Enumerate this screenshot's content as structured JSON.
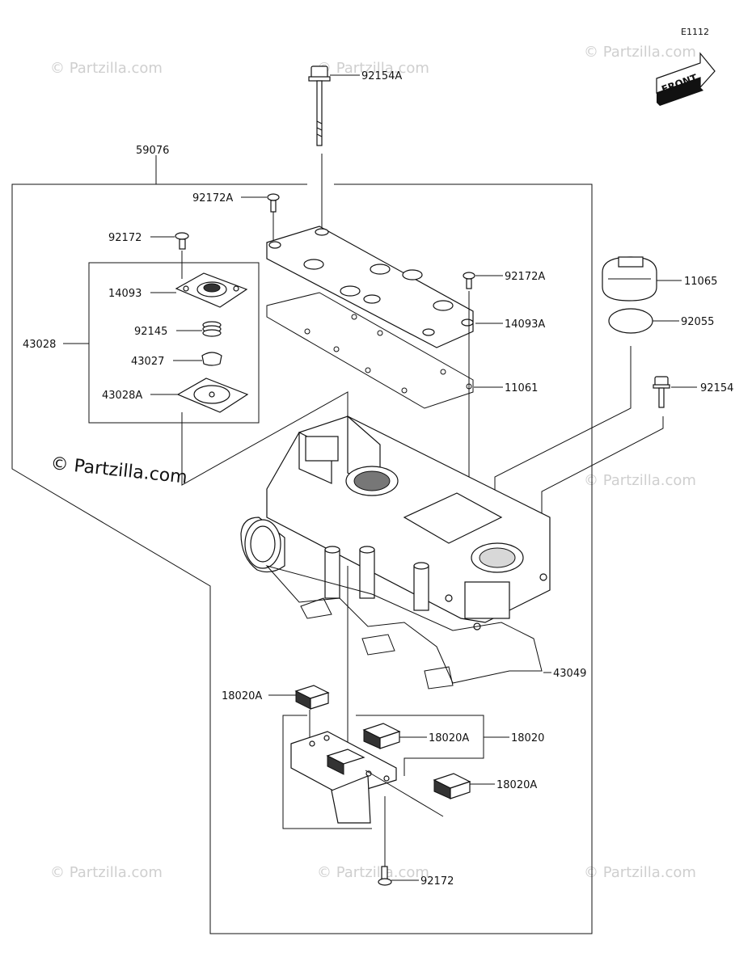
{
  "figure_code": "E1112",
  "front_badge": "FRONT",
  "watermark": "© Partzilla.com",
  "watermark_main": "© Partzilla.com",
  "labels": {
    "p92154A": "92154A",
    "p59076": "59076",
    "p92172A_top": "92172A",
    "p92172_left": "92172",
    "p14093": "14093",
    "p43028": "43028",
    "p92145": "92145",
    "p43027": "43027",
    "p43028A": "43028A",
    "p92172A_mid": "92172A",
    "p14093A": "14093A",
    "p11061": "11061",
    "p11065": "11065",
    "p92055": "92055",
    "p92154": "92154",
    "p43049": "43049",
    "p18020A_left": "18020A",
    "p18020A_mid": "18020A",
    "p18020": "18020",
    "p18020A_right": "18020A",
    "p92172_bottom": "92172"
  }
}
